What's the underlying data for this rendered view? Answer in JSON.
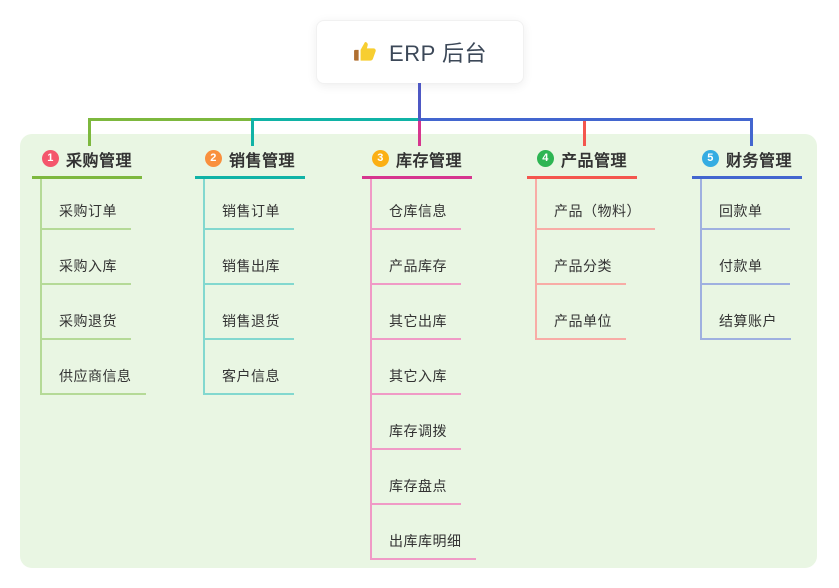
{
  "root": {
    "label": "ERP 后台",
    "icon": "thumbs-up-icon",
    "icon_colors": {
      "hand": "#f7ce31",
      "sleeve": "#b06f30"
    }
  },
  "colors": {
    "panel_background": "#e9f6e3",
    "root_stem": "#4e58c4",
    "root_text": "#3c4858",
    "node_text": "#333333"
  },
  "branches": [
    {
      "num": "1",
      "title": "采购管理",
      "badge_color": "#f4566c",
      "line_color": "#7db83e",
      "child_line_color": "#b5da97",
      "children": [
        "采购订单",
        "采购入库",
        "采购退货",
        "供应商信息"
      ]
    },
    {
      "num": "2",
      "title": "销售管理",
      "badge_color": "#f9903d",
      "line_color": "#10b3a6",
      "child_line_color": "#82d8cf",
      "children": [
        "销售订单",
        "销售出库",
        "销售退货",
        "客户信息"
      ]
    },
    {
      "num": "3",
      "title": "库存管理",
      "badge_color": "#fbb014",
      "line_color": "#d6368f",
      "child_line_color": "#f09ac6",
      "children": [
        "仓库信息",
        "产品库存",
        "其它出库",
        "其它入库",
        "库存调拨",
        "库存盘点",
        "出库库明细"
      ]
    },
    {
      "num": "4",
      "title": "产品管理",
      "badge_color": "#2eb553",
      "line_color": "#f4564e",
      "child_line_color": "#f8aca6",
      "children": [
        "产品（物料）",
        "产品分类",
        "产品单位"
      ]
    },
    {
      "num": "5",
      "title": "财务管理",
      "badge_color": "#35ace2",
      "line_color": "#4366cf",
      "child_line_color": "#9fb0e0",
      "children": [
        "回款单",
        "付款单",
        "结算账户"
      ]
    }
  ]
}
